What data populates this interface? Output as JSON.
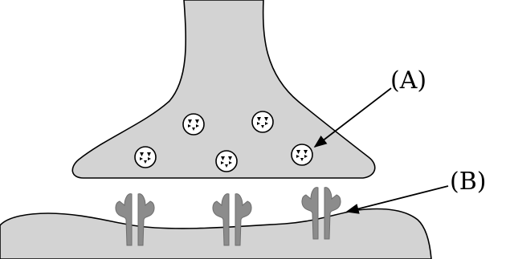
{
  "labels": {
    "a": "(A)",
    "b": "(B)"
  },
  "colors": {
    "terminal_fill": "#d3d3d3",
    "receptor_fill": "#8c8c8c",
    "outline": "#000000",
    "vesicle_fill": "#ffffff"
  },
  "icons": {
    "vesicle": "vesicle-with-neurotransmitter-dots",
    "receptor": "receptor-channel"
  },
  "counts": {
    "vesicles": 5,
    "receptors": 3
  }
}
